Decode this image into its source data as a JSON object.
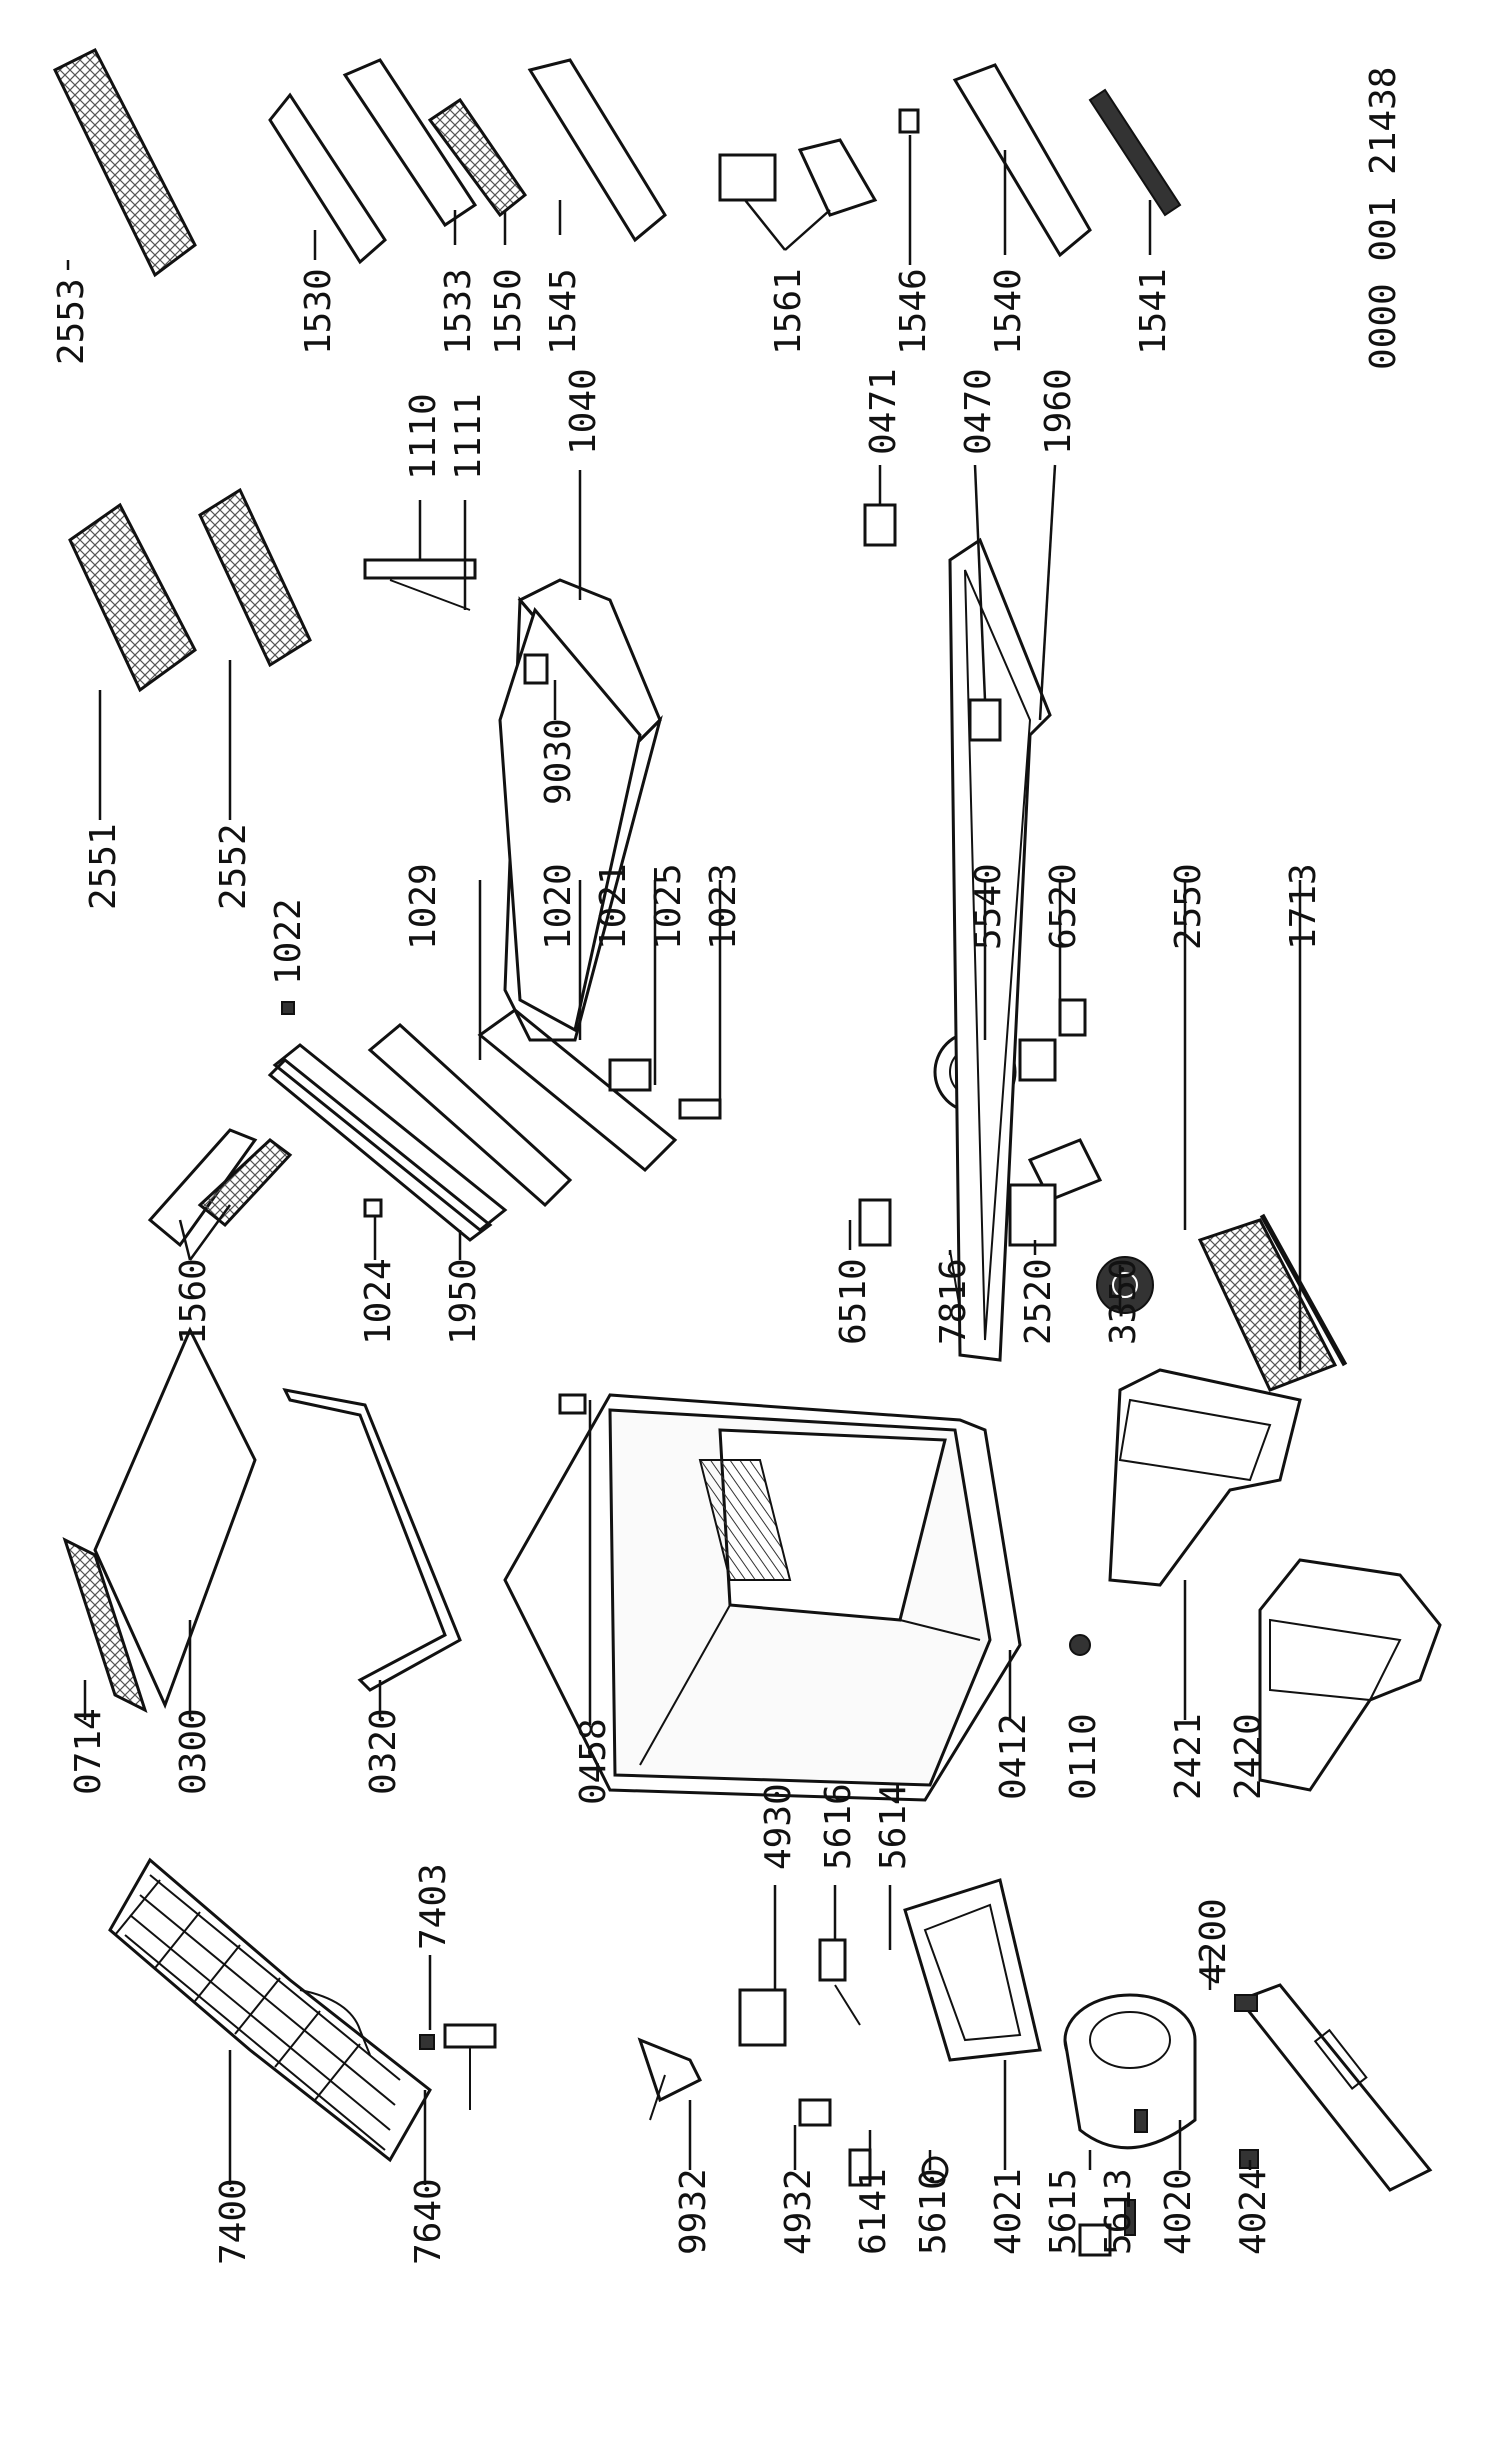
{
  "document_id": "0000 001 21438",
  "labels": {
    "l7400": "7400",
    "l7640": "7640",
    "l7403": "7403",
    "l0714": "0714",
    "l0300": "0300",
    "l0320": "0320",
    "l0458": "0458",
    "l0412": "0412",
    "l0110": "0110",
    "l2421": "2421",
    "l2420": "2420",
    "l4200": "4200",
    "l4930": "4930",
    "l5616": "5616",
    "l5614": "5614",
    "l9932": "9932",
    "l4932": "4932",
    "l6141": "6141",
    "l5610": "5610",
    "l4021": "4021",
    "l5615": "5615",
    "l5613": "5613",
    "l4020": "4020",
    "l4024": "4024",
    "l1560": "1560",
    "l1024": "1024",
    "l1950": "1950",
    "l1022": "1022",
    "l1029": "1029",
    "l1020": "1020",
    "l1021": "1021",
    "l1025": "1025",
    "l1023": "1023",
    "l6510": "6510",
    "l7816": "7816",
    "l2520": "2520",
    "l3350": "3350",
    "l5540": "5540",
    "l6520": "6520",
    "l2550": "2550",
    "l1713": "1713",
    "l2551": "2551",
    "l2552": "2552",
    "l9030": "9030",
    "l1110": "1110",
    "l1111": "1111",
    "l1040": "1040",
    "l0471": "0471",
    "l0470": "0470",
    "l1960": "1960",
    "l2553": "2553",
    "l1530": "1530",
    "l1533": "1533",
    "l1550": "1550",
    "l1545": "1545",
    "l1561": "1561",
    "l1546": "1546",
    "l1540": "1540",
    "l1541": "1541"
  }
}
